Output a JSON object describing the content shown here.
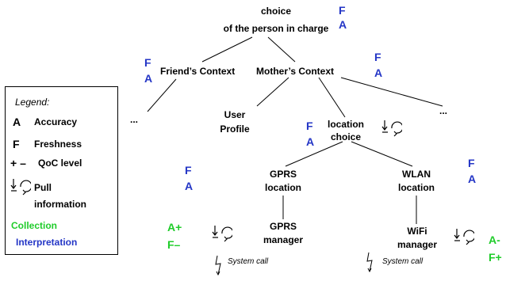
{
  "nodes": {
    "root": [
      "choice",
      "of the person in charge"
    ],
    "friend": "Friend’s Context",
    "mother": "Mother’s Context",
    "friend_children": "...",
    "mother_more": "...",
    "user_profile": [
      "User",
      "Profile"
    ],
    "location_choice": [
      "location",
      "choice"
    ],
    "gprs_location": [
      "GPRS",
      "location"
    ],
    "wlan_location": [
      "WLAN",
      "location"
    ],
    "gprs_manager": [
      "GPRS",
      "manager"
    ],
    "wifi_manager": [
      "WiFi",
      "manager"
    ]
  },
  "annotations": {
    "fa_root": [
      "F",
      "A"
    ],
    "fa_friend": [
      "F",
      "A"
    ],
    "fa_mother": [
      "F",
      "A"
    ],
    "fa_location_choice": [
      "F",
      "A"
    ],
    "fa_left": [
      "F",
      "A"
    ],
    "fa_right": [
      "F",
      "A"
    ],
    "qoc_gprs": [
      "A+",
      "F–"
    ],
    "qoc_wifi": [
      "A-",
      "F+"
    ]
  },
  "system_call": "System call",
  "legend": {
    "title": "Legend:",
    "items": [
      {
        "key": "A",
        "text": "Accuracy"
      },
      {
        "key": "F",
        "text": "Freshness"
      },
      {
        "key": "+ –",
        "text": "QoC level"
      },
      {
        "key": "",
        "text": "Pull"
      },
      {
        "key": "",
        "text": "information"
      }
    ],
    "collection": "Collection",
    "interpretation": "Interpretation"
  },
  "colors": {
    "collection": "#1fcc2a",
    "interpretation": "#2436c6",
    "text": "#000000"
  },
  "icons": [
    "pull-information-icon",
    "system-call-lightning-icon"
  ]
}
